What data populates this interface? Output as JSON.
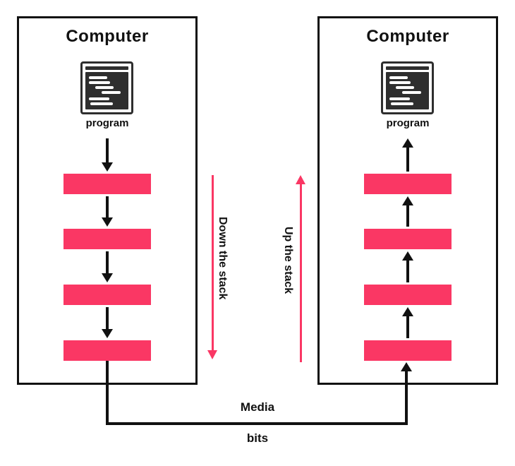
{
  "diagram": {
    "left_computer": {
      "title": "Computer",
      "program_label": "program",
      "icon": "program-window-icon",
      "layer_count": 4,
      "flow_direction": "down"
    },
    "right_computer": {
      "title": "Computer",
      "program_label": "program",
      "icon": "program-window-icon",
      "layer_count": 4,
      "flow_direction": "up"
    },
    "down_stack_label": "Down the stack",
    "up_stack_label": "Up the stack",
    "media_label": "Media",
    "bits_label": "bits",
    "colors": {
      "layer_pink": "#FA3764",
      "line_black": "#111111"
    }
  }
}
